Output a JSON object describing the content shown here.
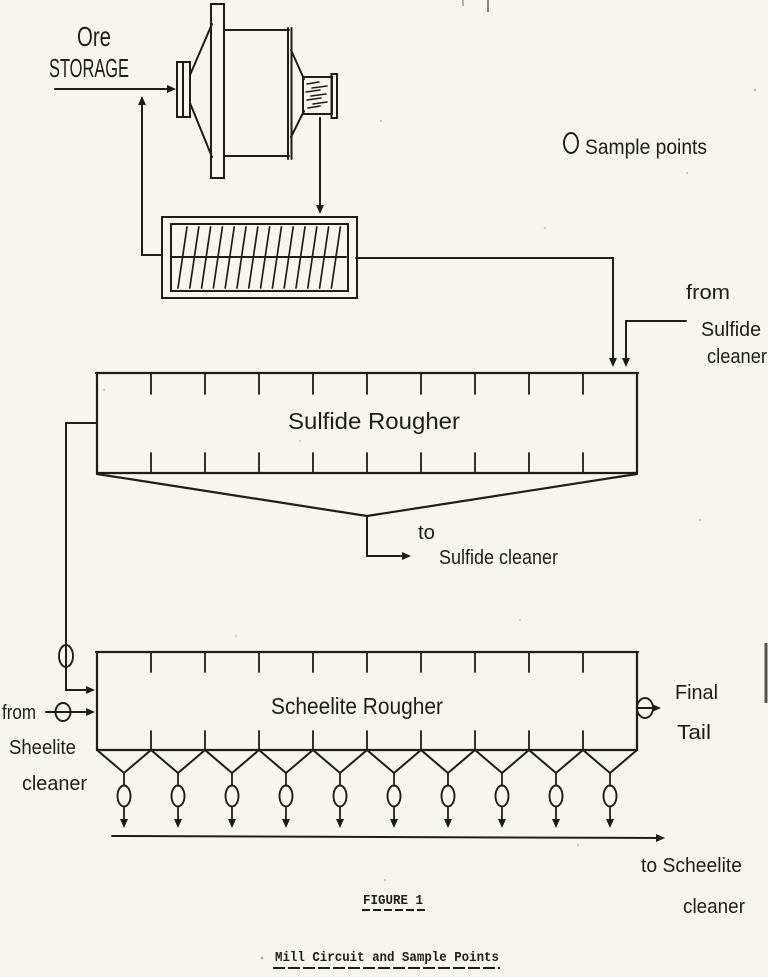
{
  "figure": {
    "caption": "FIGURE 1",
    "title": "Mill Circuit and Sample Points"
  },
  "legend": {
    "symbol": "sample-point-circle",
    "label": "Sample points"
  },
  "labels": {
    "ore": "Ore",
    "storage": "STORAGE",
    "from_sulfide": [
      "from",
      "Sulfide",
      "cleaner"
    ],
    "to_sulfide": [
      "to",
      "Sulfide cleaner"
    ],
    "from_sheelite": [
      "from",
      "Sheelite",
      "cleaner"
    ],
    "final_tail": [
      "Final",
      "Tail"
    ],
    "to_scheelite": [
      "to Scheelite",
      "cleaner"
    ]
  },
  "units": {
    "sulfide_rougher": {
      "label": "Sulfide  Rougher",
      "cells": 10
    },
    "scheelite_rougher": {
      "label": "Scheelite  Rougher",
      "cells": 10,
      "tail_sample_points": 10
    }
  },
  "colors": {
    "paper": "#f7f5f0",
    "ink": "#1e1d1a"
  }
}
